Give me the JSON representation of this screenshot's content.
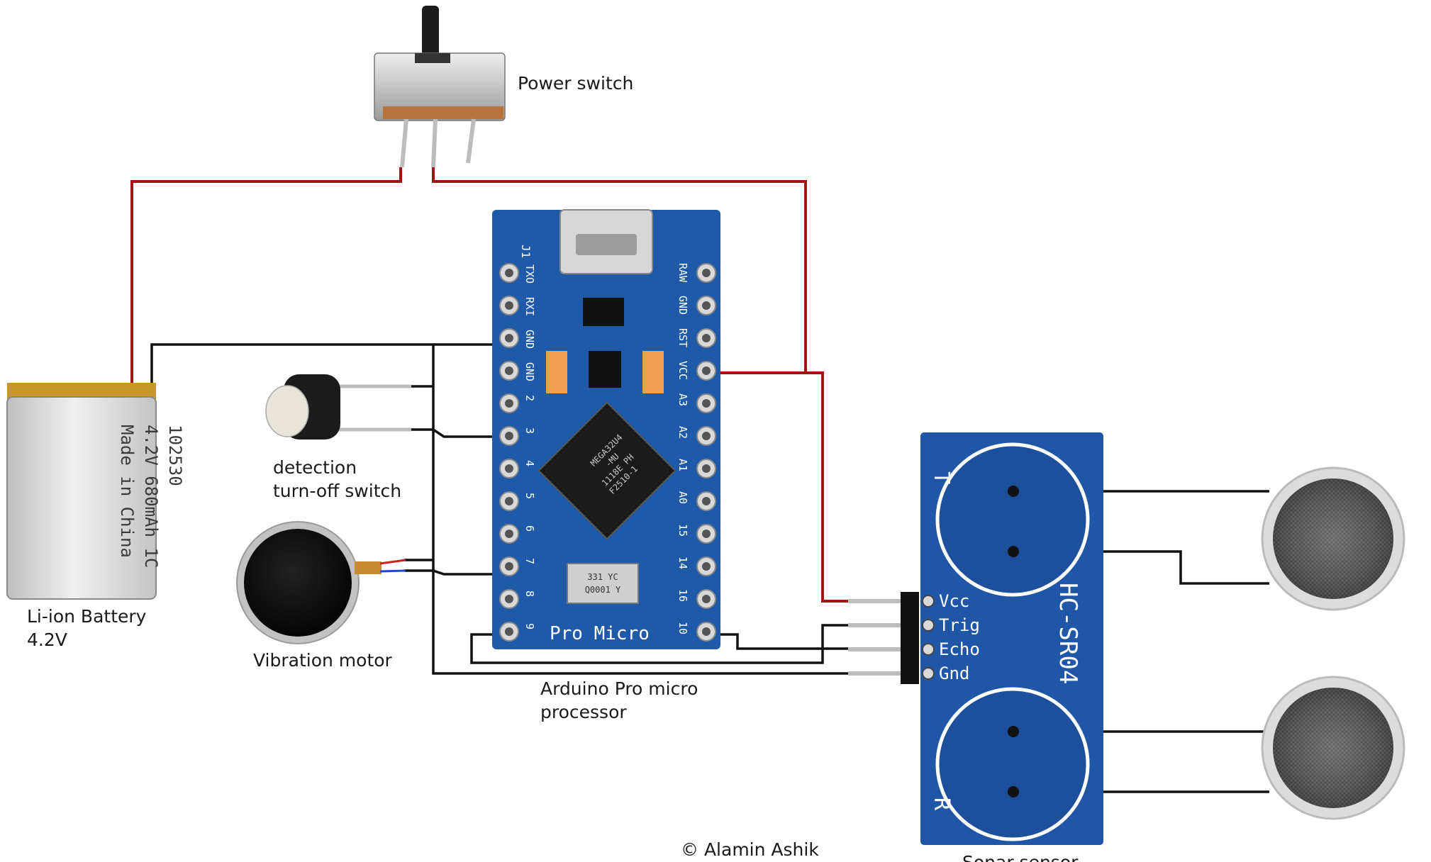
{
  "labels": {
    "power_switch": "Power switch",
    "battery_line1": "Li-ion Battery",
    "battery_line2": "4.2V",
    "detection_line1": "detection",
    "detection_line2": "turn-off switch",
    "vibration_motor": "Vibration motor",
    "arduino_line1": "Arduino Pro micro",
    "arduino_line2": "processor",
    "sonar_sensor": "Sonar sensor",
    "copyright": "© Alamin Ashik"
  },
  "battery_print": {
    "line1": "102530",
    "line2": "4.2V 680mAh 1C",
    "line3": "Made in China"
  },
  "pro_micro": {
    "left_pins": [
      "TXO",
      "RXI",
      "GND",
      "GND",
      "2",
      "3",
      "4",
      "5",
      "6",
      "7",
      "8",
      "9"
    ],
    "right_pins": [
      "RAW",
      "GND",
      "RST",
      "VCC",
      "A3",
      "A2",
      "A1",
      "A0",
      "15",
      "14",
      "16",
      "10"
    ],
    "silkscreen": "Pro Micro",
    "header_label": "J1",
    "chip_lines": [
      "MEGA32U4",
      "-MU",
      "1118E PH",
      "F2510-1"
    ],
    "crystal_lines": [
      "331 YC",
      "Q0001 Y"
    ]
  },
  "sonar": {
    "model": "HC-SR04",
    "transmit_mark": "T",
    "receive_mark": "R",
    "pins": [
      "Vcc",
      "Trig",
      "Echo",
      "Gnd"
    ]
  },
  "colors": {
    "power_wire": "#a31515",
    "signal_wire": "#111111",
    "board_blue": "#1e5aa8",
    "sonar_blue": "#1f56a6"
  }
}
